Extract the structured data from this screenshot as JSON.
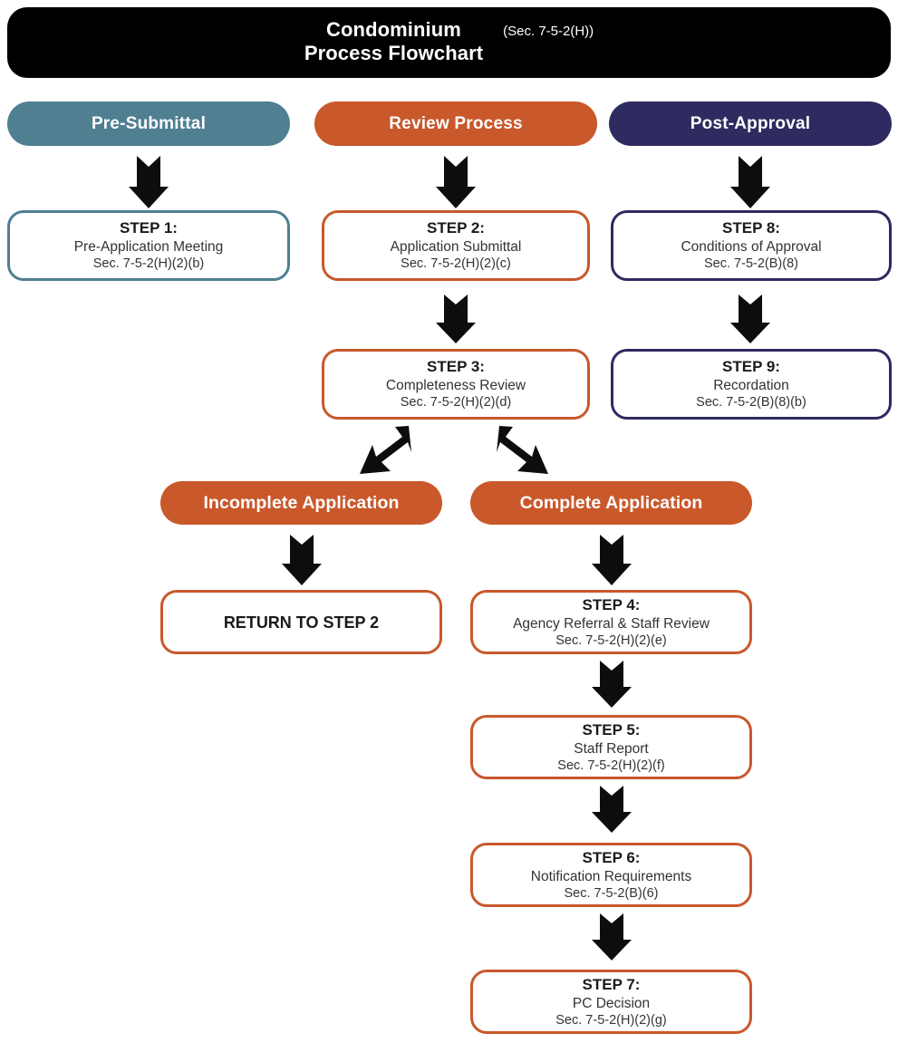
{
  "header": {
    "title_line1": "Condominium",
    "title_line2": "Process Flowchart",
    "section_ref": "(Sec. 7-5-2(H))",
    "background_color": "#000000",
    "text_color": "#ffffff"
  },
  "colors": {
    "teal": "#4F7F91",
    "orange": "#C9582B",
    "navy": "#2E2B60",
    "black": "#000000",
    "white": "#ffffff"
  },
  "columns": [
    {
      "id": "pre-submittal",
      "label": "Pre-Submittal",
      "color": "#4F7F91"
    },
    {
      "id": "review-process",
      "label": "Review Process",
      "color": "#C9582B"
    },
    {
      "id": "post-approval",
      "label": "Post-Approval",
      "color": "#2E2B60"
    }
  ],
  "steps": {
    "step1": {
      "title": "STEP 1:",
      "subtitle": "Pre-Application Meeting",
      "citation": "Sec. 7-5-2(H)(2)(b)",
      "border_color": "#4F7F91",
      "column": "pre-submittal"
    },
    "step2": {
      "title": "STEP 2:",
      "subtitle": "Application Submittal",
      "citation": "Sec. 7-5-2(H)(2)(c)",
      "border_color": "#C9582B",
      "column": "review-process"
    },
    "step3": {
      "title": "STEP 3:",
      "subtitle": "Completeness Review",
      "citation": "Sec. 7-5-2(H)(2)(d)",
      "border_color": "#C9582B",
      "column": "review-process"
    },
    "step4": {
      "title": "STEP 4:",
      "subtitle": "Agency Referral & Staff Review",
      "citation": "Sec. 7-5-2(H)(2)(e)",
      "border_color": "#C9582B",
      "column": "review-process"
    },
    "step5": {
      "title": "STEP 5:",
      "subtitle": "Staff Report",
      "citation": "Sec. 7-5-2(H)(2)(f)",
      "border_color": "#C9582B",
      "column": "review-process"
    },
    "step6": {
      "title": "STEP 6:",
      "subtitle": "Notification Requirements",
      "citation": "Sec. 7-5-2(B)(6)",
      "border_color": "#C9582B",
      "column": "review-process"
    },
    "step7": {
      "title": "STEP 7:",
      "subtitle": "PC Decision",
      "citation": "Sec. 7-5-2(H)(2)(g)",
      "border_color": "#C9582B",
      "column": "review-process"
    },
    "step8": {
      "title": "STEP 8:",
      "subtitle": "Conditions of Approval",
      "citation": "Sec. 7-5-2(B)(8)",
      "border_color": "#2E2B60",
      "column": "post-approval"
    },
    "step9": {
      "title": "STEP 9:",
      "subtitle": "Recordation",
      "citation": "Sec. 7-5-2(B)(8)(b)",
      "border_color": "#2E2B60",
      "column": "post-approval"
    }
  },
  "decisions": {
    "incomplete": {
      "label": "Incomplete Application",
      "fill": "#C9582B"
    },
    "complete": {
      "label": "Complete Application",
      "fill": "#C9582B"
    }
  },
  "return_box": {
    "title": "RETURN TO STEP 2",
    "border_color": "#C9582B"
  },
  "connectors": [
    {
      "id": "pre-submittal-to-step1",
      "from": "pre-submittal",
      "to": "step1",
      "shape": "down"
    },
    {
      "id": "review-process-to-step2",
      "from": "review-process",
      "to": "step2",
      "shape": "down"
    },
    {
      "id": "post-approval-to-step8",
      "from": "post-approval",
      "to": "step8",
      "shape": "down"
    },
    {
      "id": "step2-to-step3",
      "from": "step2",
      "to": "step3",
      "shape": "down"
    },
    {
      "id": "step8-to-step9",
      "from": "step8",
      "to": "step9",
      "shape": "down"
    },
    {
      "id": "step3-to-incomplete",
      "from": "step3",
      "to": "incomplete",
      "shape": "diagonal-left"
    },
    {
      "id": "step3-to-complete",
      "from": "step3",
      "to": "complete",
      "shape": "diagonal-right"
    },
    {
      "id": "incomplete-to-return",
      "from": "incomplete",
      "to": "return_box",
      "shape": "down"
    },
    {
      "id": "complete-to-step4",
      "from": "complete",
      "to": "step4",
      "shape": "down"
    },
    {
      "id": "step4-to-step5",
      "from": "step4",
      "to": "step5",
      "shape": "down"
    },
    {
      "id": "step5-to-step6",
      "from": "step5",
      "to": "step6",
      "shape": "down"
    },
    {
      "id": "step6-to-step7",
      "from": "step6",
      "to": "step7",
      "shape": "down"
    }
  ]
}
